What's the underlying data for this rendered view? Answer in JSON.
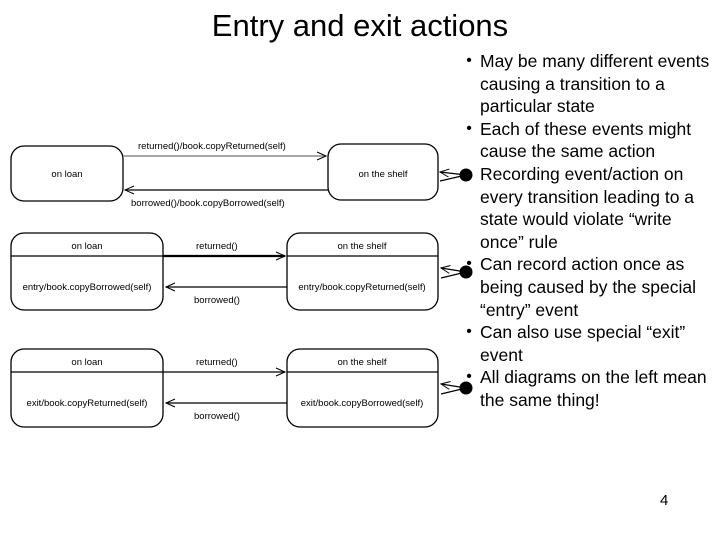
{
  "slide": {
    "title": "Entry and exit actions",
    "page_number": "4"
  },
  "bullets": [
    {
      "marker": "•",
      "text": "May be many different events causing a transition to a particular state"
    },
    {
      "marker": "•",
      "text": "Each of these events might cause the same action"
    },
    {
      "marker": "•",
      "text": "Recording event/action on every transition leading to a state would violate “write once” rule"
    },
    {
      "marker": "•",
      "text": "Can record action once as being caused by the special “entry” event"
    },
    {
      "marker": "•",
      "text": "Can also use special “exit” event"
    },
    {
      "marker": "•",
      "text": "All diagrams on the left mean the same thing!"
    }
  ],
  "diagrams": [
    {
      "id": "diagram-transition-actions",
      "left_state": {
        "name": "on loan",
        "action": ""
      },
      "right_state": {
        "name": "on the shelf",
        "action": ""
      },
      "forward_transition": "returned()/book.copyReturned(self)",
      "backward_transition": "borrowed()/book.copyBorrowed(self)",
      "has_initial_state": true
    },
    {
      "id": "diagram-entry-actions",
      "left_state": {
        "name": "on loan",
        "action": "entry/book.copyBorrowed(self)"
      },
      "right_state": {
        "name": "on the shelf",
        "action": "entry/book.copyReturned(self)"
      },
      "forward_transition": "returned()",
      "backward_transition": "borrowed()",
      "has_initial_state": true
    },
    {
      "id": "diagram-exit-actions",
      "left_state": {
        "name": "on loan",
        "action": "exit/book.copyReturned(self)"
      },
      "right_state": {
        "name": "on the shelf",
        "action": "exit/book.copyBorrowed(self)"
      },
      "forward_transition": "returned()",
      "backward_transition": "borrowed()",
      "has_initial_state": true
    }
  ],
  "colors": {
    "background": "#ffffff",
    "text": "#000000",
    "stroke": "#000000"
  }
}
